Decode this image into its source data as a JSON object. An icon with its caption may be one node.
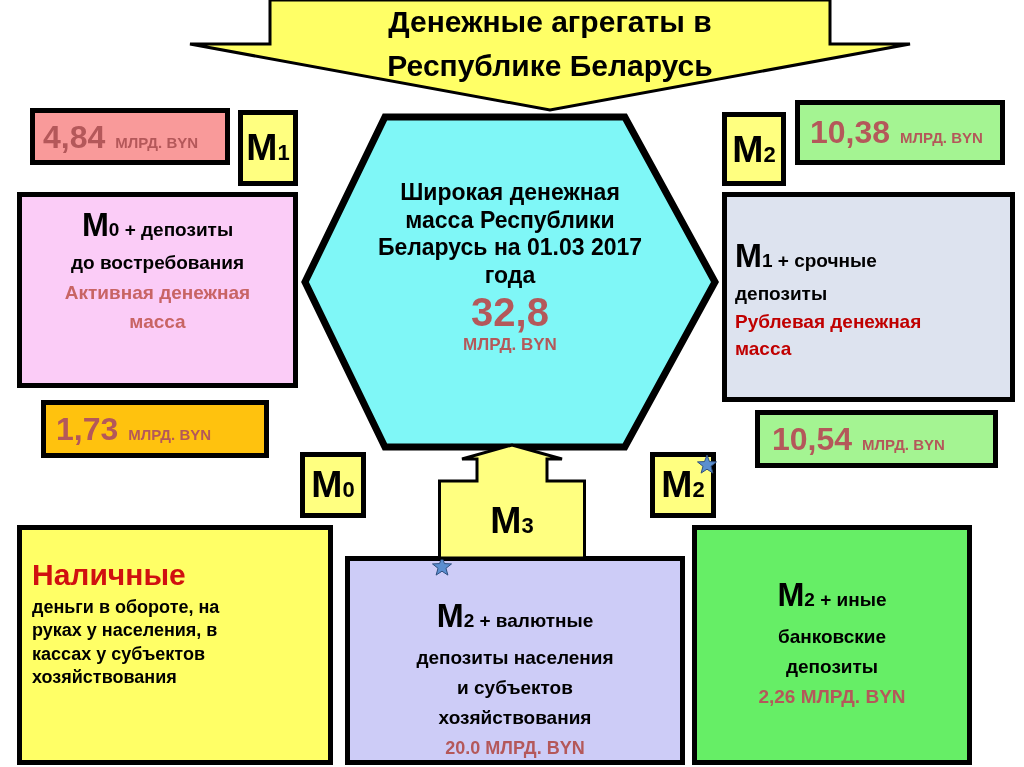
{
  "diagram": {
    "nodes": [
      {
        "text": [
          "Денежные агрегаты в Республике Беларусь"
        ]
      },
      {
        "text": [
          "4,84",
          "МЛРД. BYN"
        ]
      },
      {
        "text": [
          "М1"
        ]
      },
      {
        "text": [
          "М0 + депозиты до востребования",
          "Активная денежная масса"
        ]
      },
      {
        "text": [
          "Широкая денежная масса Республики Беларусь на 01.03 2017 года",
          "32,8",
          "МЛРД. BYN"
        ]
      },
      {
        "text": [
          "М2"
        ]
      },
      {
        "text": [
          "10,38",
          "МЛРД. BYN"
        ]
      },
      {
        "text": [
          "М1 + срочные депозиты",
          "Рублевая денежная масса"
        ]
      },
      {
        "text": [
          "1,73",
          "МЛРД. BYN"
        ]
      },
      {
        "text": [
          "М0"
        ]
      },
      {
        "text": [
          "М2"
        ]
      },
      {
        "text": [
          "10,54",
          "МЛРД. BYN"
        ]
      },
      {
        "text": [
          "Наличные",
          "деньги в обороте, на руках у населения, в кассах у субъектов хозяйствования"
        ]
      },
      {
        "text": [
          "М2 + валютные депозиты населения и субъектов хозяйствования",
          "20.0 МЛРД. BYN"
        ]
      },
      {
        "text": [
          "М2 + иные банковские депозиты",
          "2,26 МЛРД. BYN"
        ]
      }
    ],
    "edges": [
      {
        "from": 13,
        "to": 4,
        "arrow": "to",
        "label": "М3"
      }
    ]
  }
}
